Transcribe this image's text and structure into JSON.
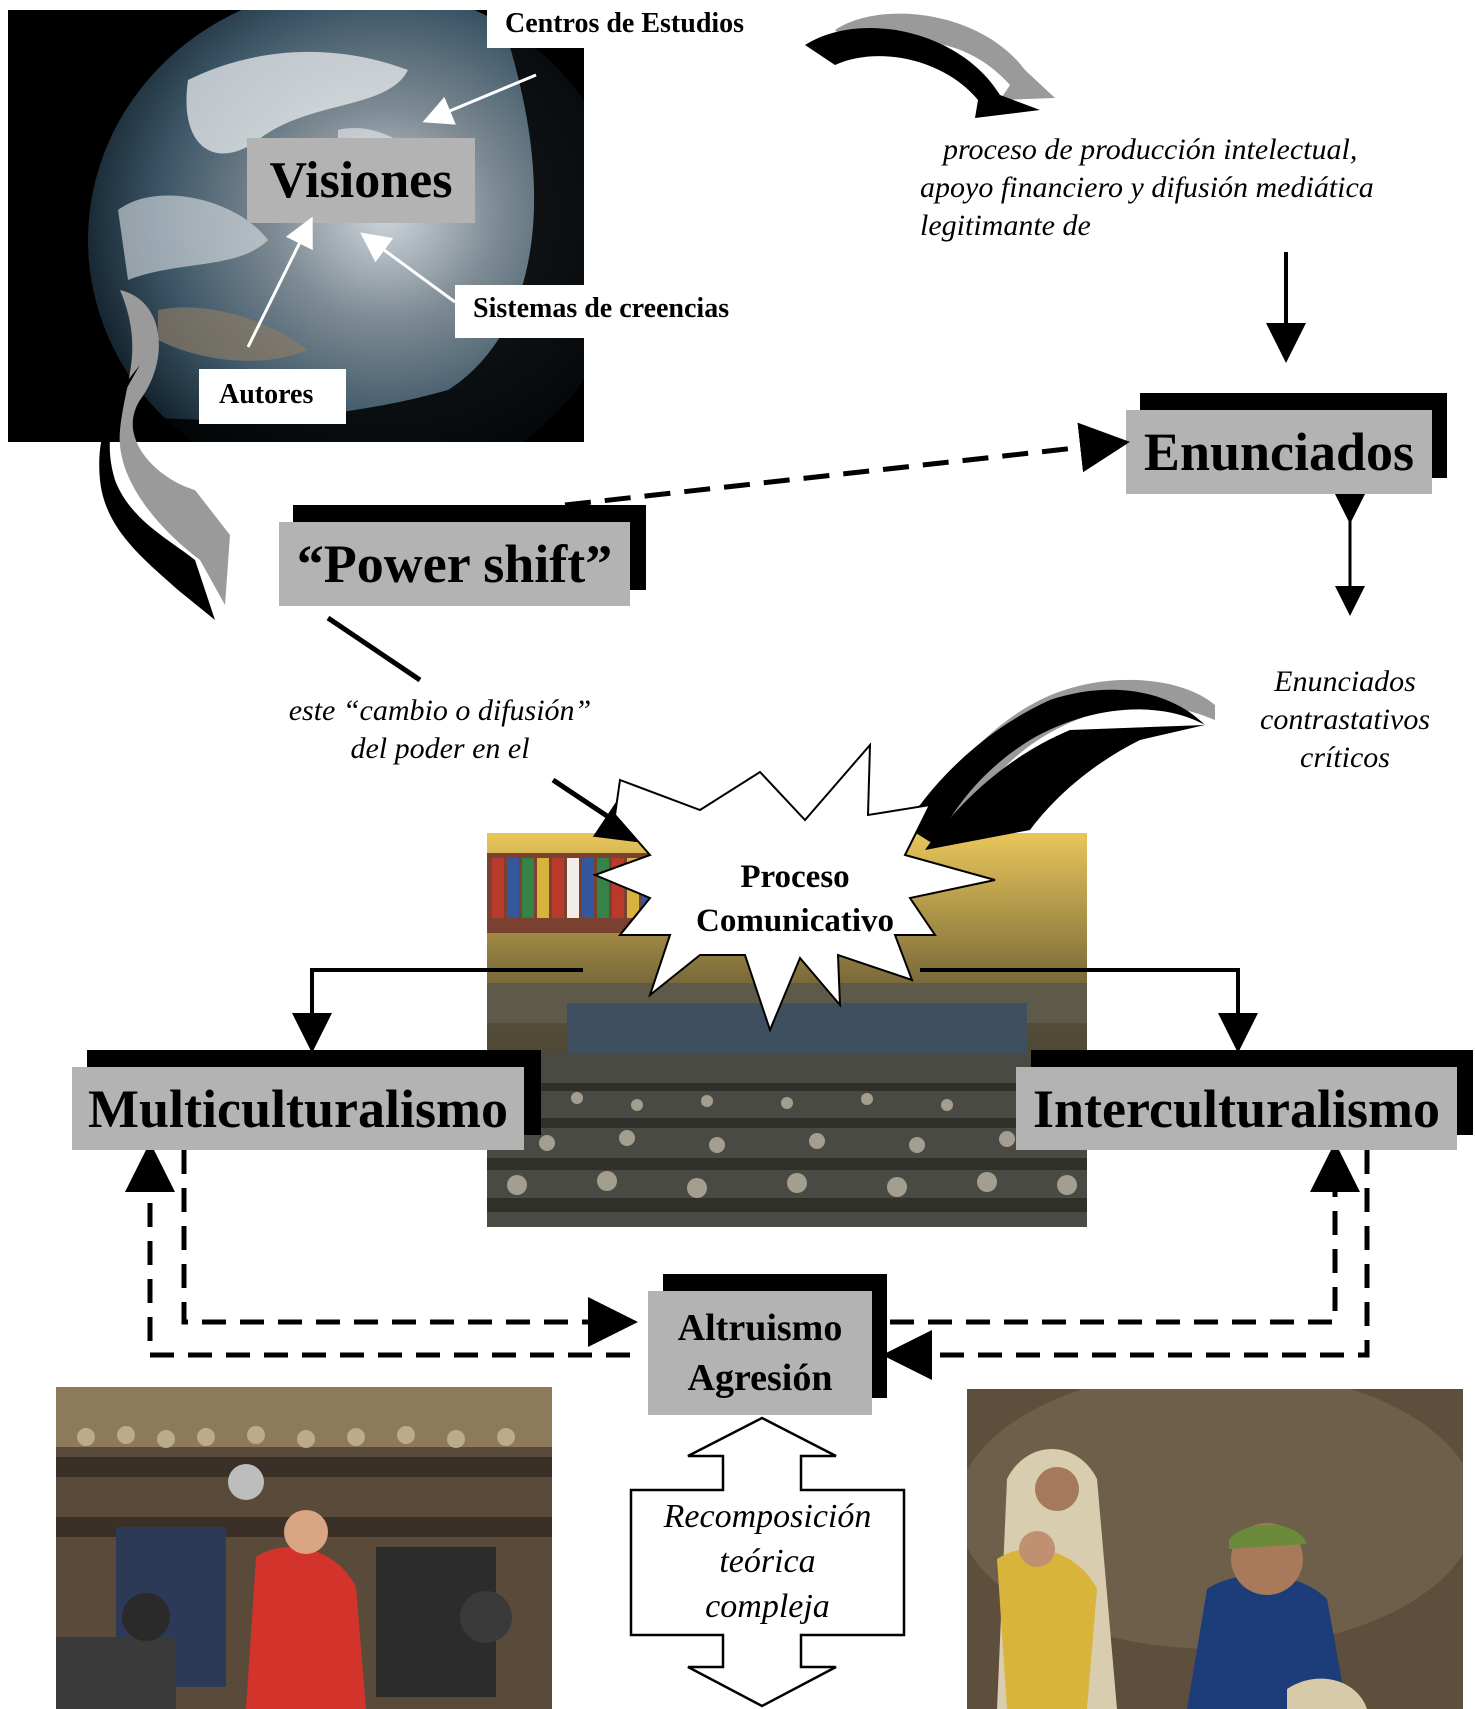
{
  "labels": {
    "centros": "Centros de Estudios",
    "visiones": "Visiones",
    "sistemas": "Sistemas de creencias",
    "autores": "Autores",
    "proceso_line1": "proceso de producción intelectual,",
    "proceso_line2": "apoyo financiero y difusión mediática",
    "proceso_line3": "legitimante de",
    "enunciados": "Enunciados",
    "power_shift": "“Power shift”",
    "cambio_line1": "este “cambio o difusión”",
    "cambio_line2": "del poder en el",
    "contrast_line1": "Enunciados",
    "contrast_line2": "contrastativos",
    "contrast_line3": "críticos",
    "proceso_com_line1": "Proceso",
    "proceso_com_line2": "Comunicativo",
    "multi": "Multiculturalismo",
    "inter": "Interculturalismo",
    "altruismo": "Altruismo",
    "agresion": "Agresión",
    "recomp_line1": "Recomposición",
    "recomp_line2": "teórica",
    "recomp_line3": "compleja"
  },
  "colors": {
    "box_gray": "#b3b3b3",
    "shadow_black": "#000000",
    "arrow_gray": "#9a9a9a"
  },
  "images": [
    "earth-photo",
    "assembly-hall-photo",
    "delegates-photo",
    "refugees-photo"
  ]
}
